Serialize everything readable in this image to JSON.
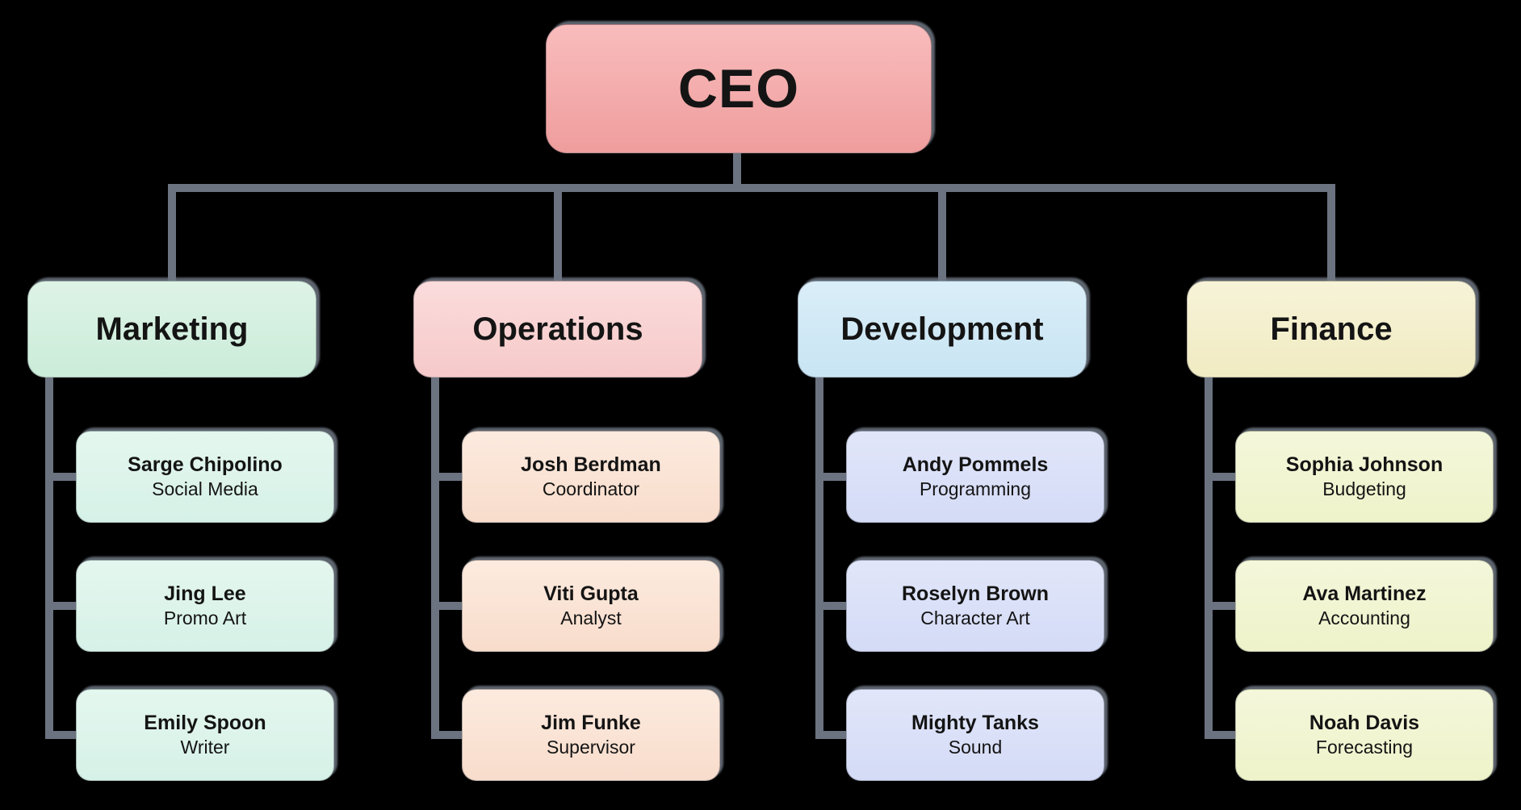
{
  "org_chart": {
    "root": {
      "label": "CEO"
    },
    "departments": [
      {
        "label": "Marketing",
        "header_colors": {
          "top": "#ddf3e6",
          "bottom": "#cbecd9"
        },
        "member_colors": {
          "top": "#e4f7ef",
          "bottom": "#d6f1e7"
        },
        "members": [
          {
            "name": "Sarge Chipolino",
            "role": "Social Media"
          },
          {
            "name": "Jing Lee",
            "role": "Promo Art"
          },
          {
            "name": "Emily Spoon",
            "role": "Writer"
          }
        ]
      },
      {
        "label": "Operations",
        "header_colors": {
          "top": "#fbdcdc",
          "bottom": "#f6c9c9"
        },
        "member_colors": {
          "top": "#fcebdf",
          "bottom": "#f8dccb"
        },
        "members": [
          {
            "name": "Josh Berdman",
            "role": "Coordinator"
          },
          {
            "name": "Viti Gupta",
            "role": "Analyst"
          },
          {
            "name": "Jim Funke",
            "role": "Supervisor"
          }
        ]
      },
      {
        "label": "Development",
        "header_colors": {
          "top": "#daeef8",
          "bottom": "#c8e4f3"
        },
        "member_colors": {
          "top": "#e1e6f9",
          "bottom": "#d4dbf6"
        },
        "members": [
          {
            "name": "Andy Pommels",
            "role": "Programming"
          },
          {
            "name": "Roselyn Brown",
            "role": "Character Art"
          },
          {
            "name": "Mighty Tanks",
            "role": "Sound"
          }
        ]
      },
      {
        "label": "Finance",
        "header_colors": {
          "top": "#f7f3d8",
          "bottom": "#f0ebc2"
        },
        "member_colors": {
          "top": "#f4f7da",
          "bottom": "#eef3ca"
        },
        "members": [
          {
            "name": "Sophia Johnson",
            "role": "Budgeting"
          },
          {
            "name": "Ava Martinez",
            "role": "Accounting"
          },
          {
            "name": "Noah Davis",
            "role": "Forecasting"
          }
        ]
      }
    ],
    "colors": {
      "background": "#000000",
      "connector": "#6b7280",
      "text": "#141414",
      "ceo": {
        "top": "#f9bcbc",
        "bottom": "#ef9d9d"
      }
    }
  }
}
